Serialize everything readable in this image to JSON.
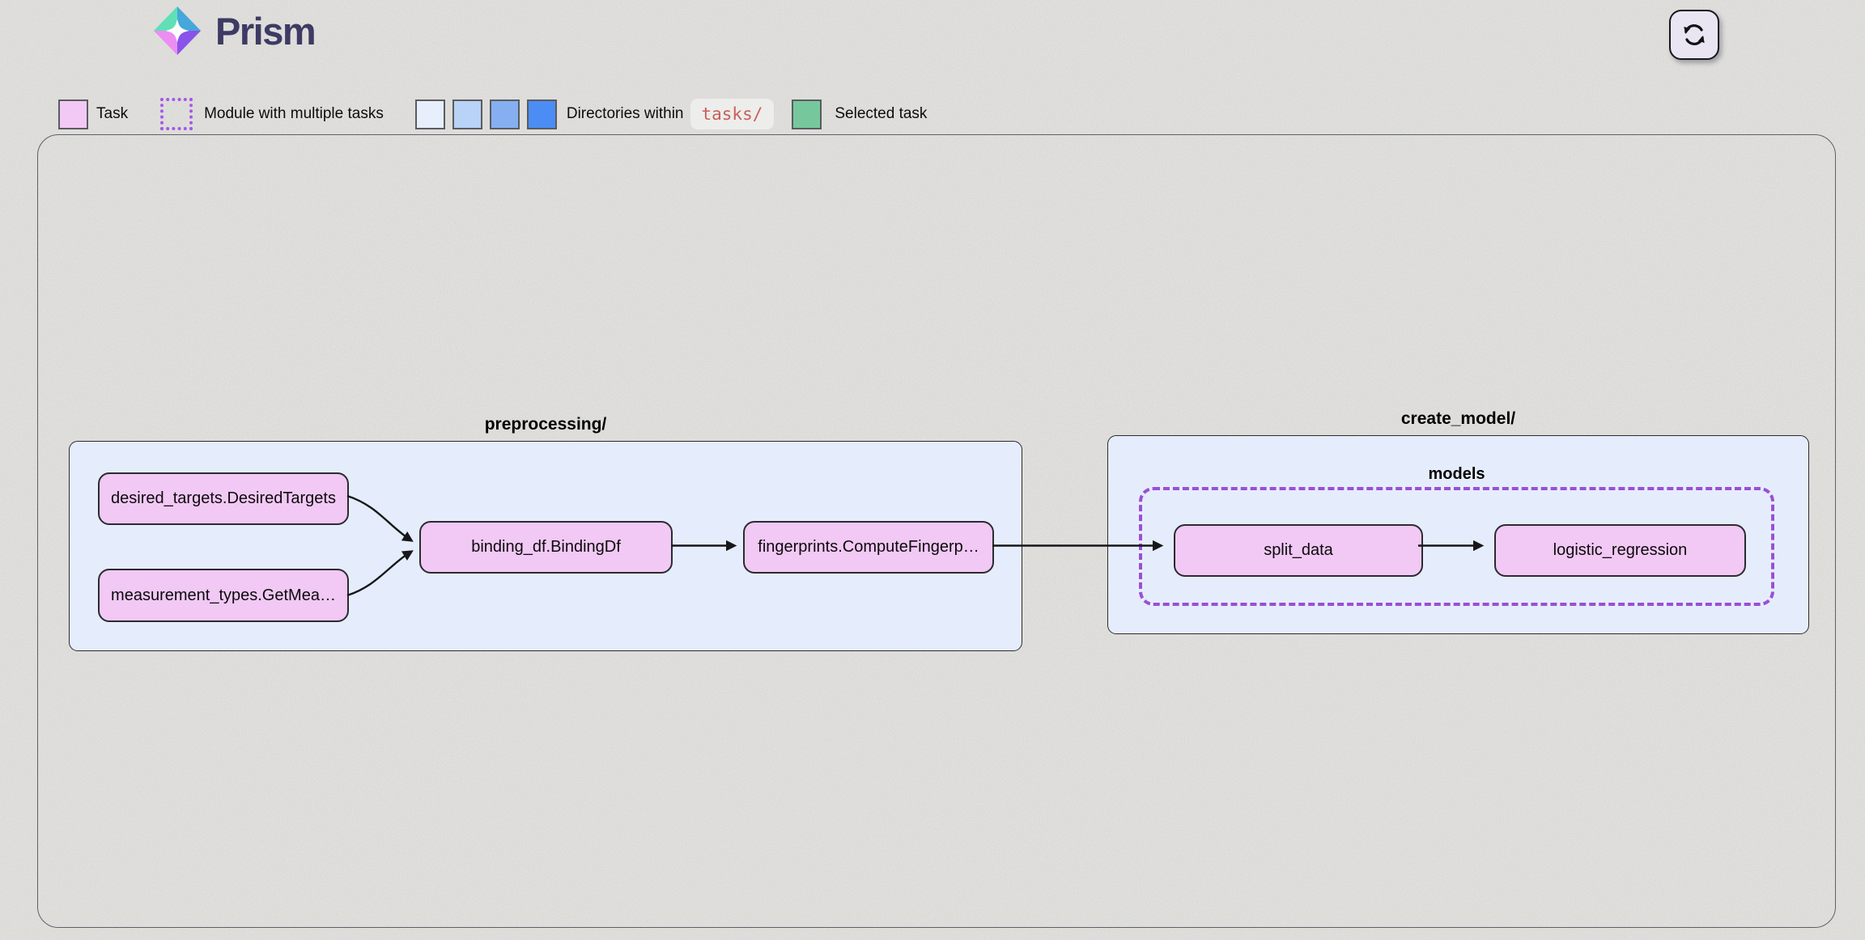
{
  "header": {
    "app_name": "Prism"
  },
  "icons": {
    "logo": "prism-diamond-icon",
    "refresh": "refresh-icon"
  },
  "legend": {
    "task": {
      "label": "Task",
      "color": "#f2c8f5"
    },
    "module": {
      "label": "Module with multiple tasks",
      "border_color": "#a458e8"
    },
    "directories": {
      "label": "Directories within",
      "path": "tasks/",
      "depth_colors": [
        "#e7effc",
        "#b9d2f7",
        "#85aff1",
        "#4b8df4"
      ],
      "path_color": "#c7605b",
      "path_bg": "#ededeb"
    },
    "selected": {
      "label": "Selected task",
      "color": "#76c89c"
    }
  },
  "diagram": {
    "node_color": "#f2c8f5",
    "group_color": "#e5edfc",
    "module_border_color": "#9b4fd6",
    "groups": [
      {
        "title": "preprocessing/",
        "nodes": [
          {
            "label": "desired_targets.DesiredTargets"
          },
          {
            "label": "measurement_types.GetMea…"
          },
          {
            "label": "binding_df.BindingDf"
          },
          {
            "label": "fingerprints.ComputeFingerp…"
          }
        ]
      },
      {
        "title": "create_model/",
        "module": {
          "label": "models",
          "nodes": [
            {
              "label": "split_data"
            },
            {
              "label": "logistic_regression"
            }
          ]
        }
      }
    ],
    "edges": [
      {
        "from": "desired_targets.DesiredTargets",
        "to": "binding_df.BindingDf"
      },
      {
        "from": "measurement_types.GetMea…",
        "to": "binding_df.BindingDf"
      },
      {
        "from": "binding_df.BindingDf",
        "to": "fingerprints.ComputeFingerp…"
      },
      {
        "from": "fingerprints.ComputeFingerp…",
        "to": "split_data"
      },
      {
        "from": "split_data",
        "to": "logistic_regression"
      }
    ]
  }
}
